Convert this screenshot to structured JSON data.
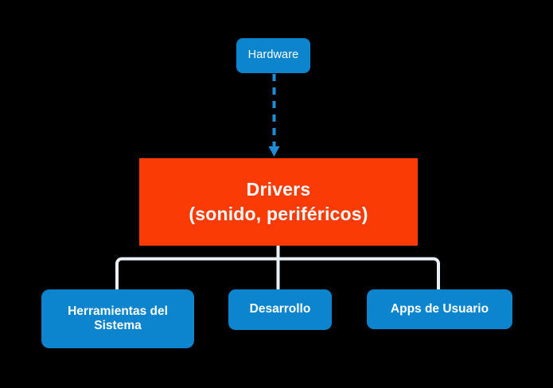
{
  "diagram": {
    "title": "Drivers layer hierarchy diagram",
    "background_color": "#000000",
    "colors": {
      "blue_node": "#0C84CE",
      "red_node": "#FB3B05",
      "connector_line": "#E9EFF6",
      "dashed_arrow": "#1E8FD6",
      "node_text": "#FFFFFF"
    },
    "nodes": {
      "hardware": {
        "label": "Hardware",
        "shape": "rounded-rect",
        "fill": "#0C84CE"
      },
      "drivers": {
        "line1": "Drivers",
        "line2": "(sonido, periféricos)",
        "shape": "rect",
        "fill": "#FB3B05"
      },
      "tools": {
        "label": "Herramientas del Sistema",
        "shape": "rounded-rect",
        "fill": "#0C84CE"
      },
      "development": {
        "label": "Desarrollo",
        "shape": "rounded-rect",
        "fill": "#0C84CE"
      },
      "user_apps": {
        "label": "Apps de Usuario",
        "shape": "rounded-rect",
        "fill": "#0C84CE"
      }
    },
    "edges": [
      {
        "from": "hardware",
        "to": "drivers",
        "style": "dashed",
        "arrow": "down",
        "color": "#1E8FD6"
      },
      {
        "from": "drivers",
        "to": "tools",
        "style": "solid",
        "arrow": "none",
        "color": "#E9EFF6"
      },
      {
        "from": "drivers",
        "to": "development",
        "style": "solid",
        "arrow": "none",
        "color": "#E9EFF6"
      },
      {
        "from": "drivers",
        "to": "user_apps",
        "style": "solid",
        "arrow": "none",
        "color": "#E9EFF6"
      }
    ]
  }
}
